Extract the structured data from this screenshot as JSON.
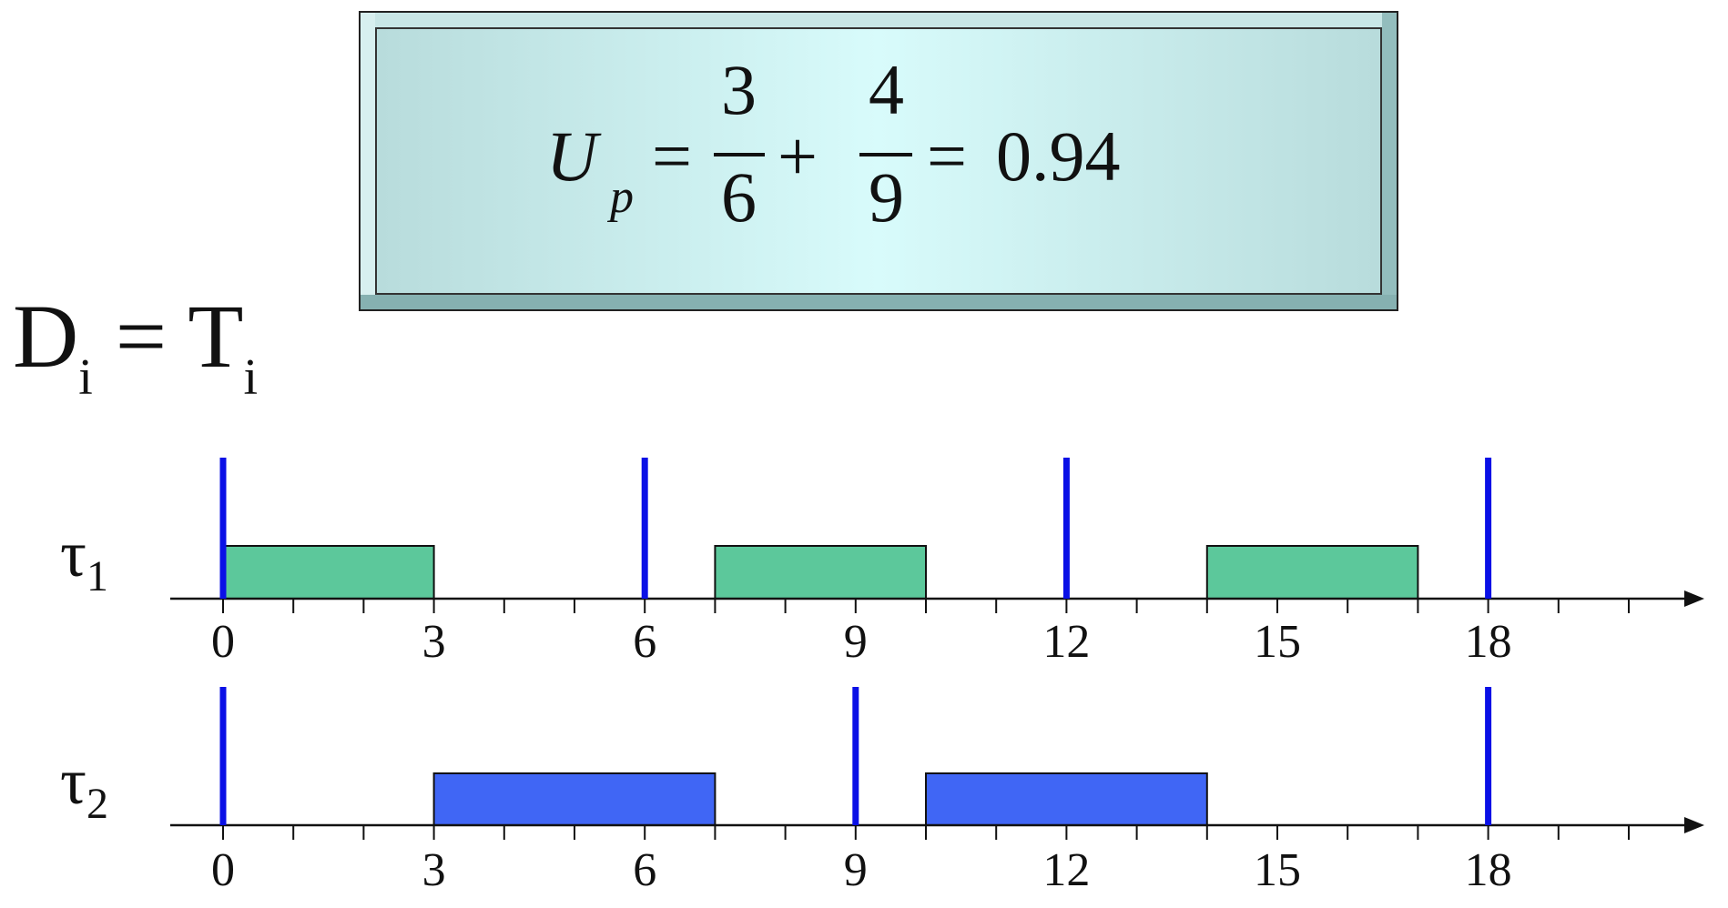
{
  "formula": {
    "lhs_var": "U",
    "lhs_sub": "p",
    "eq1": "=",
    "frac1_num": "3",
    "frac1_den": "6",
    "plus": "+",
    "frac2_num": "4",
    "frac2_den": "9",
    "eq2": "=",
    "result": "0.94"
  },
  "condition": {
    "lhs": "D",
    "lhs_sub": "i",
    "eq": " = ",
    "rhs": "T",
    "rhs_sub": "i"
  },
  "colors": {
    "task1_fill": "#5cc89b",
    "task2_fill": "#4066f5",
    "release_marker": "#0a10e6",
    "axis": "#111111"
  },
  "timelines": [
    {
      "task_symbol": "τ",
      "task_index": "1",
      "tick_labels": [
        "0",
        "3",
        "6",
        "9",
        "12",
        "15",
        "18"
      ],
      "tick_label_values": [
        0,
        3,
        6,
        9,
        12,
        15,
        18
      ],
      "axis_max": 21,
      "releases": [
        0,
        6,
        12,
        18
      ],
      "executions": [
        {
          "start": 0,
          "end": 3
        },
        {
          "start": 7,
          "end": 10
        },
        {
          "start": 14,
          "end": 17
        }
      ]
    },
    {
      "task_symbol": "τ",
      "task_index": "2",
      "tick_labels": [
        "0",
        "3",
        "6",
        "9",
        "12",
        "15",
        "18"
      ],
      "tick_label_values": [
        0,
        3,
        6,
        9,
        12,
        15,
        18
      ],
      "axis_max": 21,
      "releases": [
        0,
        9,
        18
      ],
      "executions": [
        {
          "start": 3,
          "end": 7
        },
        {
          "start": 10,
          "end": 14
        }
      ]
    }
  ]
}
